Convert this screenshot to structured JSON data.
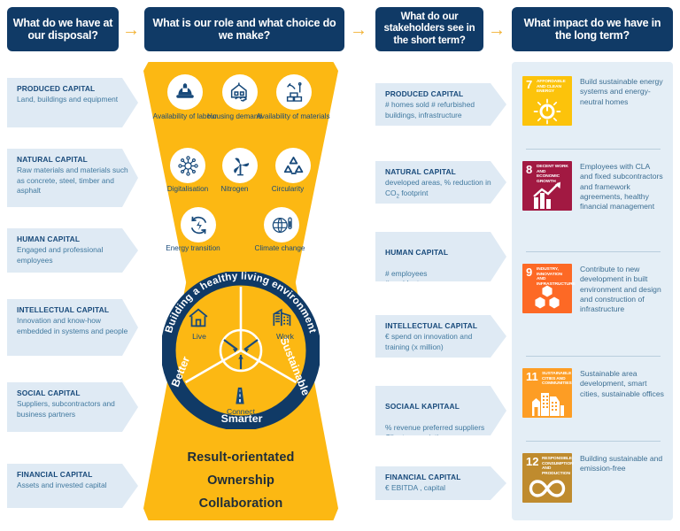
{
  "headers": [
    {
      "id": "h1",
      "text": "What do we have at our disposal?"
    },
    {
      "id": "h2",
      "text": "What is our role and what choice do we make?"
    },
    {
      "id": "h3",
      "text": "What do our stakeholders see in the short term?"
    },
    {
      "id": "h4",
      "text": "What impact do we have in the long term?"
    }
  ],
  "arrow_glyph": "→",
  "inputs": [
    {
      "title": "PRODUCED CAPITAL",
      "body": "Land, buildings and equipment"
    },
    {
      "title": "NATURAL CAPITAL",
      "body": "Raw materials and materials such as concrete, steel, timber and asphalt"
    },
    {
      "title": "HUMAN CAPITAL",
      "body": "Engaged and professional employees"
    },
    {
      "title": "INTELLECTUAL CAPITAL",
      "body": "Innovation and know-how embedded in systems and people"
    },
    {
      "title": "SOCIAL CAPITAL",
      "body": "Suppliers, subcontractors and business partners"
    },
    {
      "title": "FINANCIAL CAPITAL",
      "body": "Assets and invested capital"
    }
  ],
  "outputs": [
    {
      "title": "PRODUCED CAPITAL",
      "body": "# homes sold # refurbished buildings, infrastructure"
    },
    {
      "title": "NATURAL CAPITAL",
      "body": "developed areas, % reduction in CO2 footprint"
    },
    {
      "title": "HUMAN CAPITAL",
      "body": "# employees\n# accidents\n% absenteeism"
    },
    {
      "title": "INTELLECTUAL CAPITAL",
      "body": "€ spend on innovation and training (x million)"
    },
    {
      "title": "SOCIAAL KAPITAAL",
      "body": "% revenue preferred suppliers\nClient appreciation"
    },
    {
      "title": "FINANCIAL CAPITAL",
      "body": "€ EBITDA , capital"
    }
  ],
  "trends": [
    {
      "icon": "hard-hat-icon",
      "label": "Availability of labour"
    },
    {
      "icon": "house-handshake-icon",
      "label": "Housing demand"
    },
    {
      "icon": "construction-materials-icon",
      "label": "Availability of materials"
    },
    {
      "icon": "network-nodes-icon",
      "label": "Digitalisation"
    },
    {
      "icon": "wind-turbine-icon",
      "label": "Nitrogen"
    },
    {
      "icon": "recycling-icon",
      "label": "Circularity"
    },
    {
      "icon": "energy-bolt-cycle-icon",
      "label": "Energy transition"
    },
    {
      "icon": "globe-thermometer-icon",
      "label": "Climate change"
    }
  ],
  "donut": {
    "top_text": "Building a healthy living environment",
    "bottom_text": "Smarter",
    "left_text": "Better",
    "right_text": "Sustainable",
    "segments": [
      {
        "icon": "house-icon",
        "label": "Live"
      },
      {
        "icon": "office-building-icon",
        "label": "Work"
      },
      {
        "icon": "road-icon",
        "label": "Connect"
      }
    ]
  },
  "values": [
    "Result-orientated",
    "Ownership",
    "Collaboration"
  ],
  "sdgs": [
    {
      "number": "7",
      "title": "AFFORDABLE AND CLEAN ENERGY",
      "color": "#FCC30B",
      "art": "sun-power-icon",
      "desc": "Build sustainable energy systems and energy-neutral homes"
    },
    {
      "number": "8",
      "title": "DECENT WORK AND ECONOMIC GROWTH",
      "color": "#A21942",
      "art": "growth-chart-icon",
      "desc": "Employees with CLA and fixed subcontractors and framework agreements, healthy financial management"
    },
    {
      "number": "9",
      "title": "INDUSTRY, INNOVATION AND INFRASTRUCTURE",
      "color": "#FD6925",
      "art": "cubes-icon",
      "desc": "Contribute to new development in built environment and design and construction of infrastructure"
    },
    {
      "number": "11",
      "title": "SUSTAINABLE CITIES AND COMMUNITIES",
      "color": "#FD9D24",
      "art": "city-buildings-icon",
      "desc": "Sustainable area development, smart cities, sustainable offices"
    },
    {
      "number": "12",
      "title": "RESPONSIBLE CONSUMPTION AND PRODUCTION",
      "color": "#BF8B2E",
      "art": "infinity-icon",
      "desc": "Building sustainable and emission-free"
    }
  ],
  "colors": {
    "navy": "#103a66",
    "yellow": "#fcb813",
    "chevron_bg": "#dfeaf4",
    "panel_bg": "#e4eef6",
    "arrow_gold": "#f2b233"
  }
}
